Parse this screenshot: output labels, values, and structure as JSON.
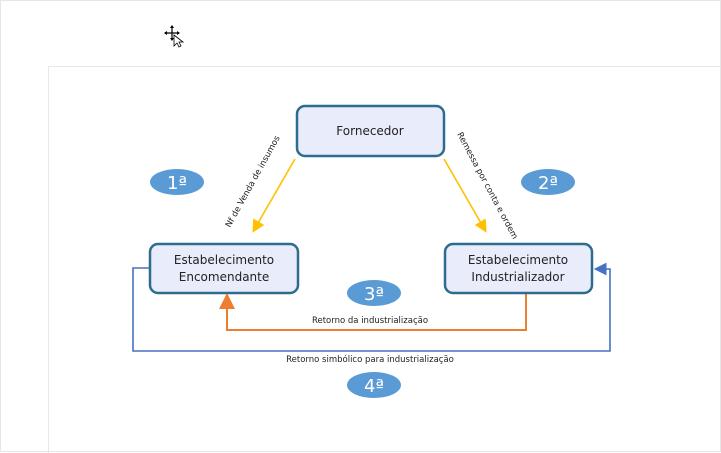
{
  "nodes": {
    "fornecedor": "Fornecedor",
    "encomendante": [
      "Estabelecimento",
      "Encomendante"
    ],
    "industrializador": [
      "Estabelecimento",
      "Industrializador"
    ]
  },
  "steps": [
    "1ª",
    "2ª",
    "3ª",
    "4ª"
  ],
  "edges": {
    "venda": "Nf de Venda de insumos",
    "remessa": "Remessa por conta e ordem",
    "retorno": "Retorno da industrialização",
    "simbolico": "Retorno simbólico para industrialização"
  },
  "colors": {
    "box_fill": "#e9ecfb",
    "box_stroke": "#2e6c8e",
    "step": "#5b9bd5",
    "yellow": "#ffc000",
    "orange": "#ed7d31",
    "blue": "#4472c4"
  },
  "icons": {
    "cursor": "move-cursor-icon"
  }
}
